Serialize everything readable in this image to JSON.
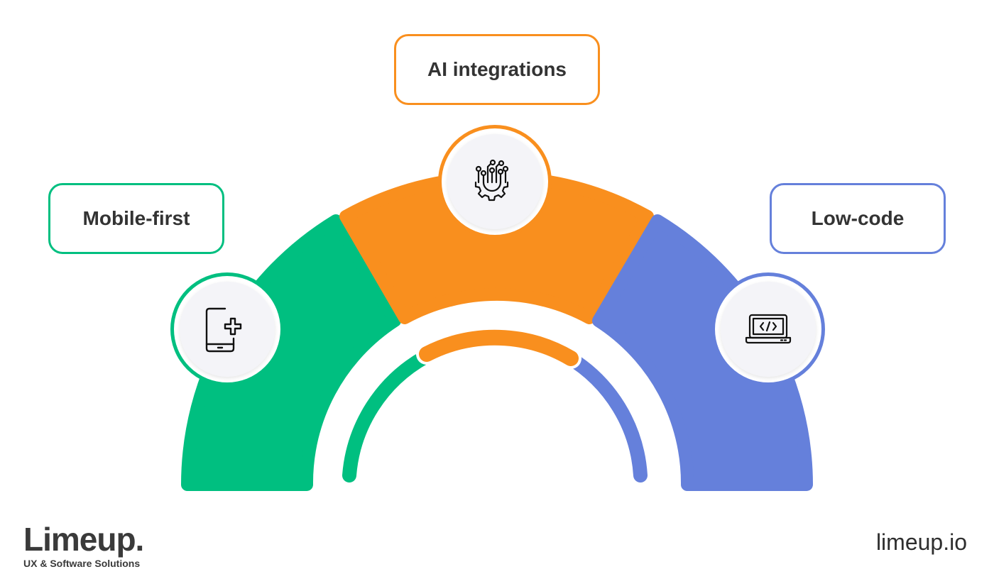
{
  "colors": {
    "green": "#00BF80",
    "orange": "#F98F1E",
    "blue": "#6580DB",
    "text": "#333333"
  },
  "segments": [
    {
      "key": "mobile",
      "label": "Mobile-first",
      "color": "#00BF80",
      "icon": "mobile-plus-icon"
    },
    {
      "key": "ai",
      "label": "AI integrations",
      "color": "#F98F1E",
      "icon": "ai-gear-circuit-icon"
    },
    {
      "key": "lowcode",
      "label": "Low-code",
      "color": "#6580DB",
      "icon": "laptop-code-icon"
    }
  ],
  "brand": {
    "name": "Limeup.",
    "tagline": "UX & Software Solutions"
  },
  "website": "limeup.io"
}
